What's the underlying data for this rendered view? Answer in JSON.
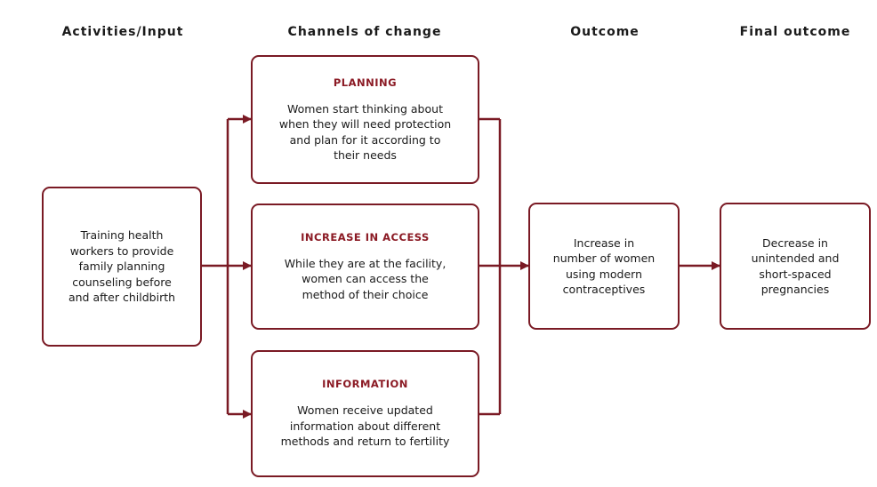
{
  "headers": {
    "activities": "Activities/Input",
    "channels": "Channels of change",
    "outcome": "Outcome",
    "final": "Final outcome"
  },
  "activity": {
    "text": "Training health\nworkers to provide\nfamily planning\ncounseling before\nand after childbirth"
  },
  "channels": [
    {
      "title": "PLANNING",
      "text": "Women start thinking about\nwhen they will need protection\nand plan for it according to\ntheir needs"
    },
    {
      "title": "INCREASE IN ACCESS",
      "text": "While they are at the facility,\nwomen can access the\nmethod of their choice"
    },
    {
      "title": "INFORMATION",
      "text": "Women receive updated\ninformation about different\nmethods and return to fertility"
    }
  ],
  "outcome": {
    "text": "Increase in\nnumber of women\nusing modern\ncontraceptives"
  },
  "final_outcome": {
    "text": "Decrease in\nunintended and\nshort-spaced\npregnancies"
  },
  "colors": {
    "accent": "#8b1a24",
    "border": "#7a1a24",
    "text": "#1a1a1a"
  }
}
